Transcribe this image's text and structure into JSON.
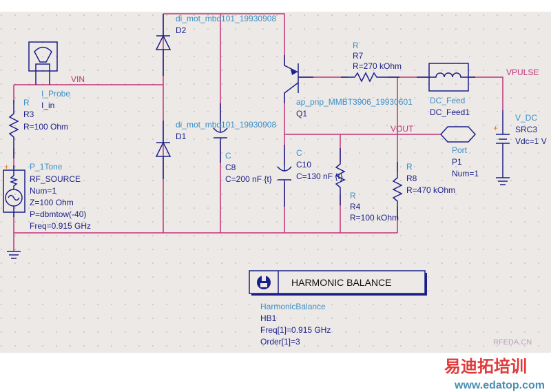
{
  "nets": {
    "vin": "VIN",
    "vpulse": "VPULSE",
    "vout": "VOUT"
  },
  "d2": {
    "model": "di_mot_mbd101_19930908",
    "name": "D2"
  },
  "d1": {
    "model": "di_mot_mbd101_19930908",
    "name": "D1"
  },
  "probe": {
    "type": "I_Probe",
    "name": "I_in"
  },
  "r3": {
    "type": "R",
    "name": "R3",
    "value": "R=100 Ohm"
  },
  "src": {
    "type": "P_1Tone",
    "name": "RF_SOURCE",
    "num": "Num=1",
    "z": "Z=100 Ohm",
    "p": "P=dbmtow(-40)",
    "freq": "Freq=0.915 GHz"
  },
  "c8": {
    "type": "C",
    "name": "C8",
    "value": "C=200 nF {t}"
  },
  "q1": {
    "model": "ap_pnp_MMBT3906_19930601",
    "name": "Q1"
  },
  "r7": {
    "type": "R",
    "name": "R7",
    "value": "R=270 kOhm"
  },
  "dcfeed": {
    "type": "DC_Feed",
    "name": "DC_Feed1"
  },
  "vdc": {
    "type": "V_DC",
    "name": "SRC3",
    "value": "Vdc=1 V"
  },
  "c10": {
    "type": "C",
    "name": "C10",
    "value": "C=130 nF {t}"
  },
  "r4": {
    "type": "R",
    "name": "R4",
    "value": "R=100 kOhm"
  },
  "r8": {
    "type": "R",
    "name": "R8",
    "value": "R=470 kOhm"
  },
  "port": {
    "type": "Port",
    "name": "P1",
    "num": "Num=1"
  },
  "hb": {
    "title": "HARMONIC BALANCE",
    "type": "HarmonicBalance",
    "name": "HB1",
    "freq": "Freq[1]=0.915 GHz",
    "order": "Order[1]=3"
  },
  "watermark": {
    "site1": "RFEDA.CN",
    "cn": "易迪拓培训",
    "url": "www.edatop.com"
  }
}
